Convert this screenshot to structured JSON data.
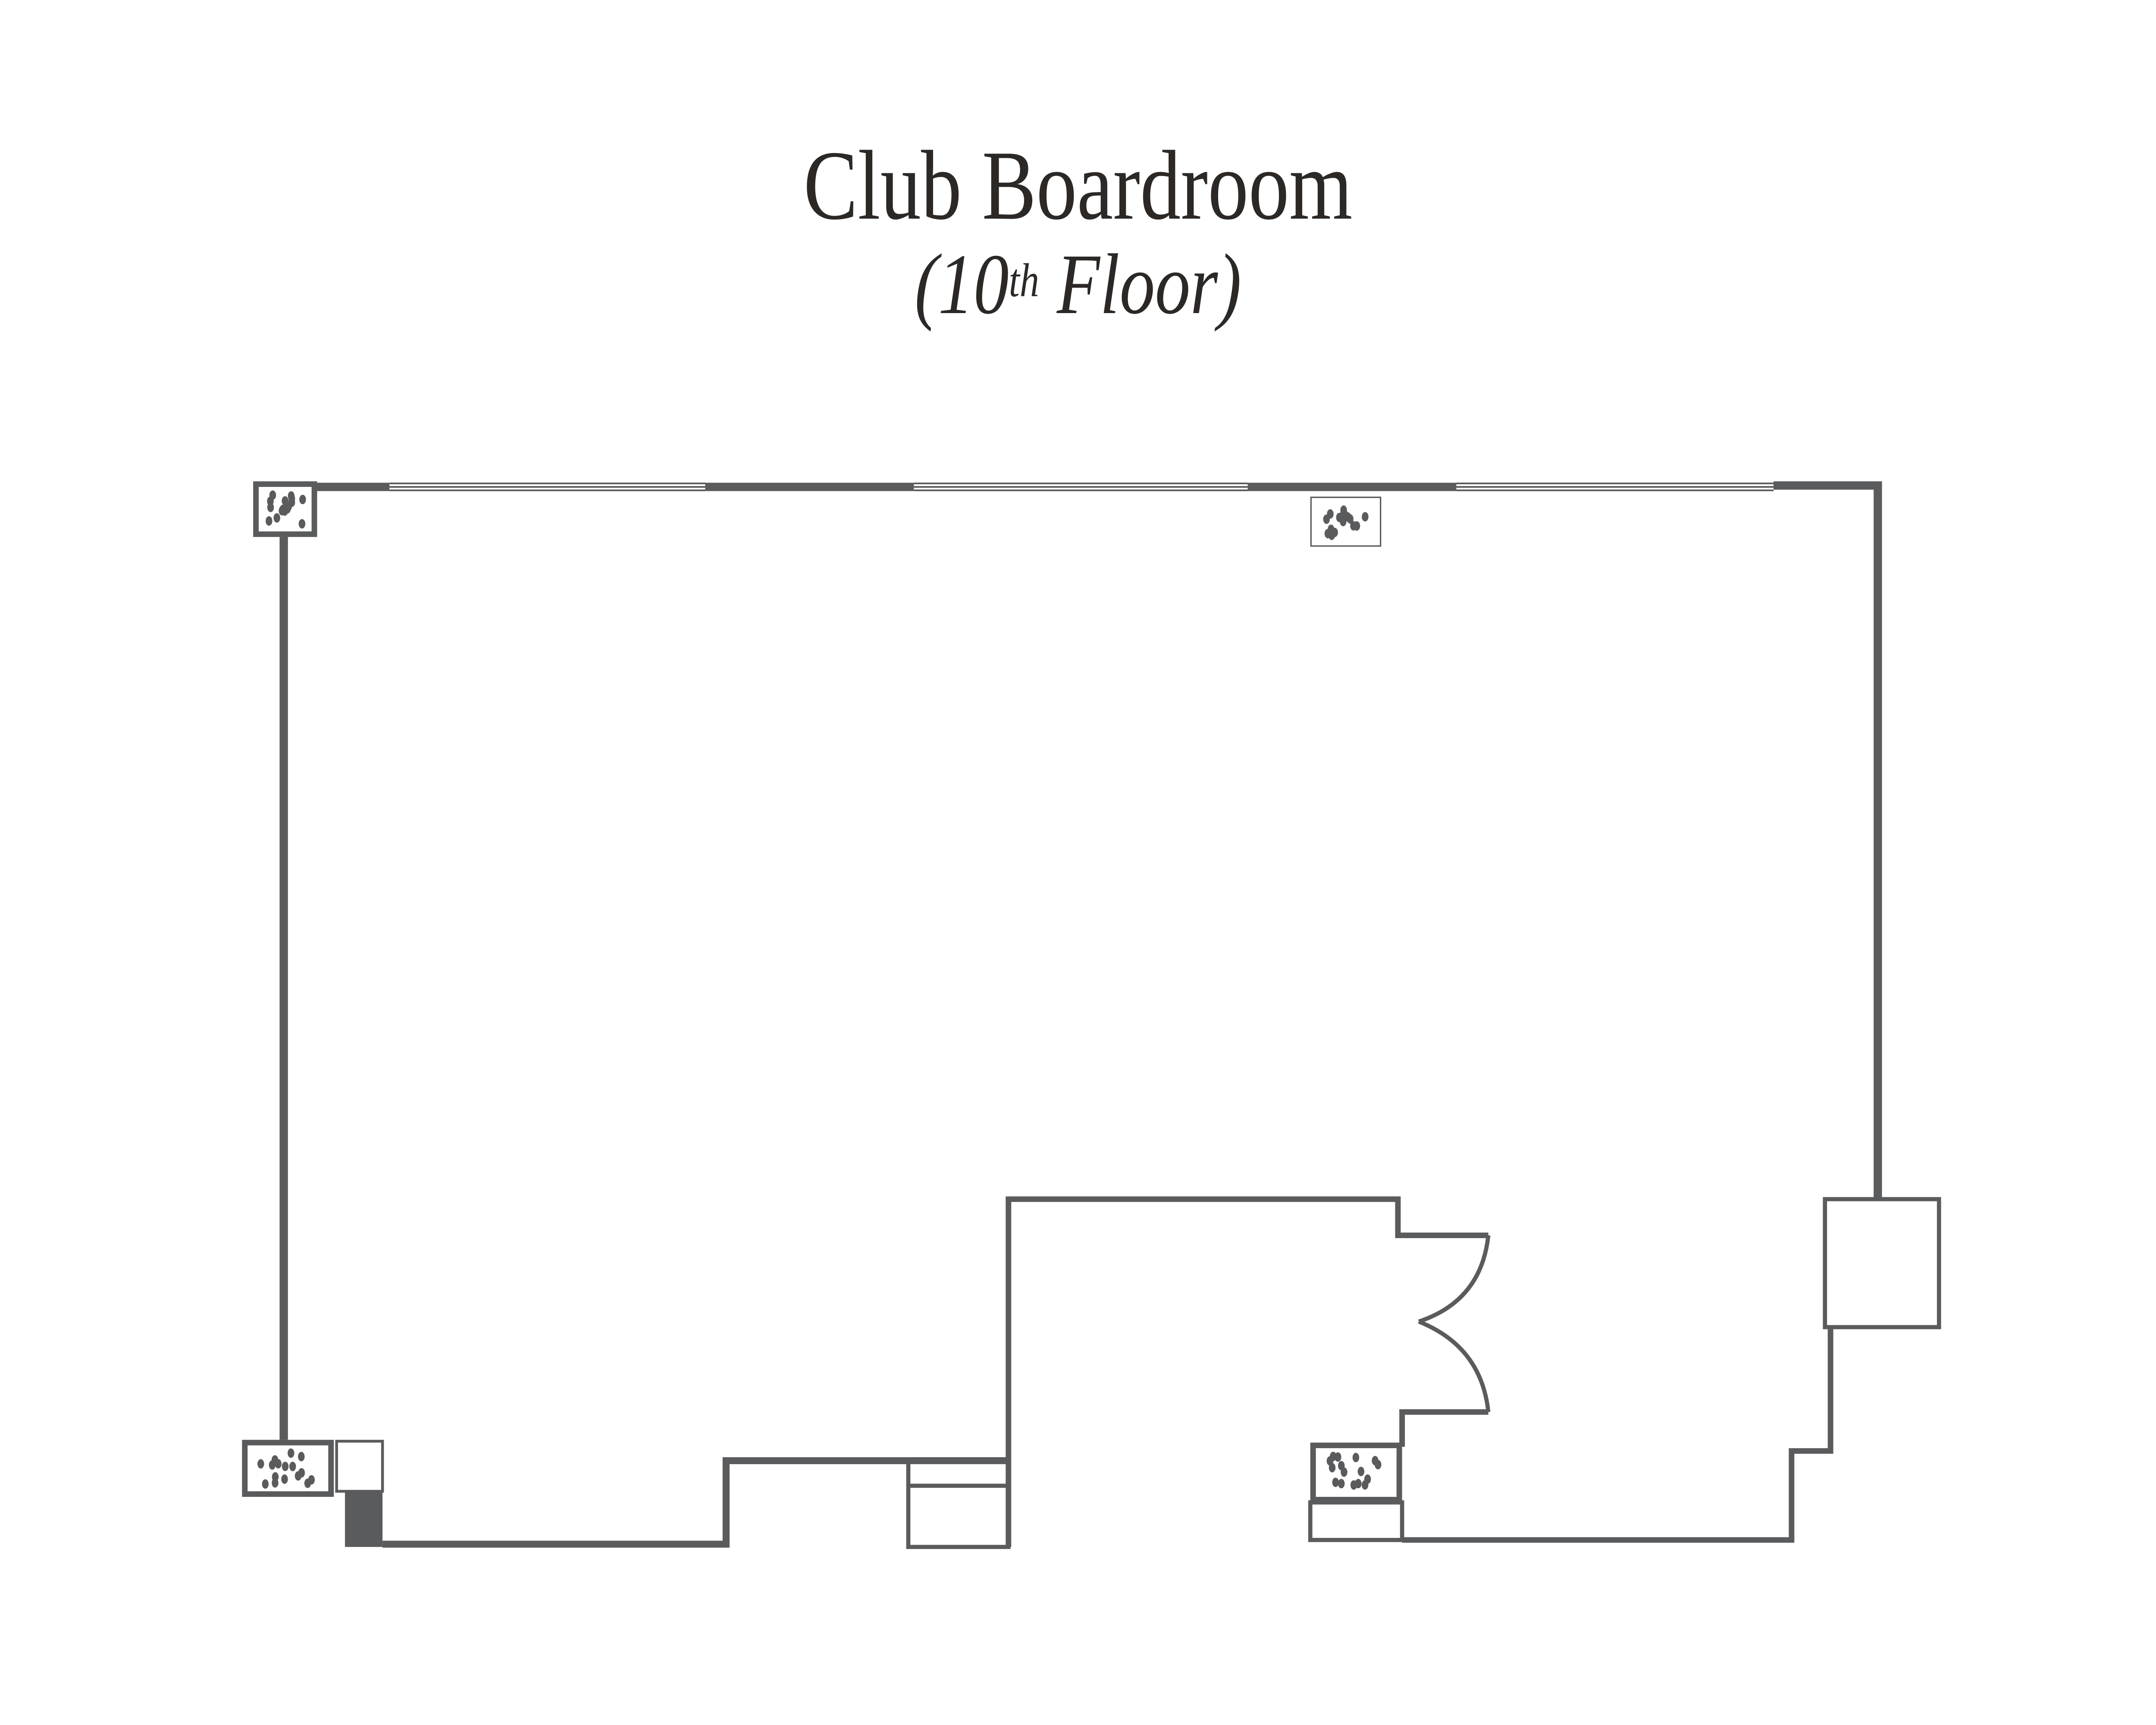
{
  "title": "Club Boardroom",
  "subtitle": {
    "open": "(10",
    "sup": "th",
    "close": " Floor)"
  },
  "colors": {
    "wall": "#5a5b5d",
    "text": "#2b2826",
    "background": "#ffffff"
  }
}
